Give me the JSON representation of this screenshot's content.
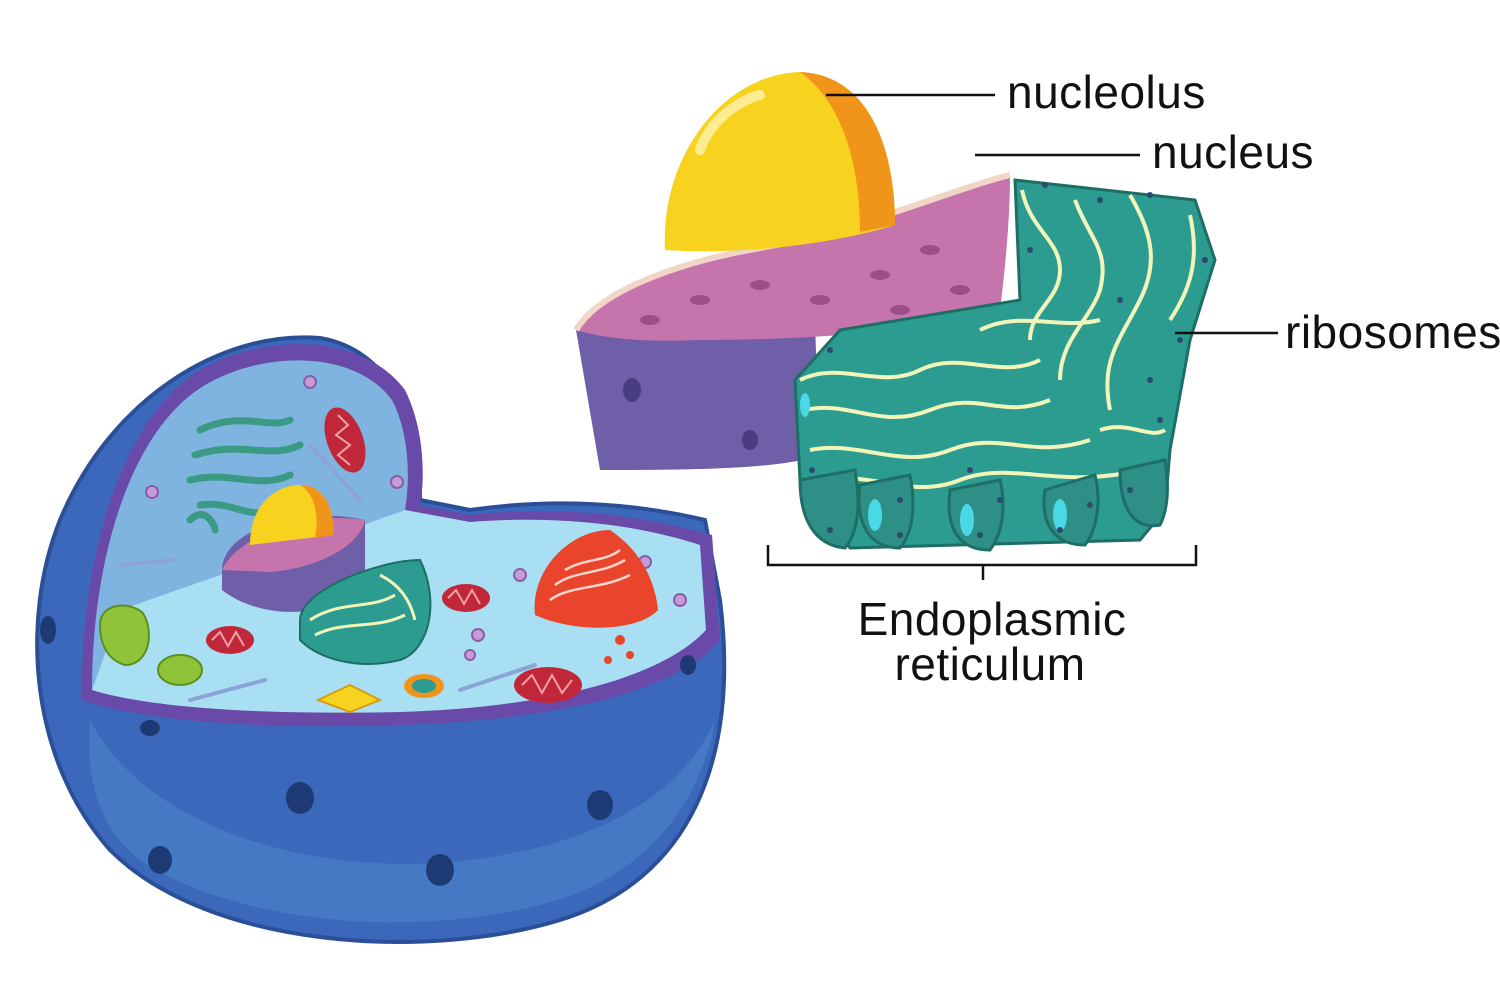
{
  "labels": {
    "nucleolus": "nucleolus",
    "nucleus": "nucleus",
    "ribosomes": "ribosomes",
    "er_line1": "Endoplasmic",
    "er_line2": "reticulum"
  },
  "colors": {
    "background": "#ffffff",
    "cell_body": "#3f6fc0",
    "cell_rim": "#6a4aa8",
    "cytoplasm": "#a9dff2",
    "cytoplasm_back": "#7fb4e0",
    "nucleolus_yellow": "#f7d21e",
    "nucleolus_orange": "#f0951a",
    "nucleus_pink": "#c575ac",
    "nucleus_side": "#6f5ea8",
    "er_teal": "#2b9c8f",
    "er_outline": "#f2f5b9",
    "mitochondria": "#c0283a",
    "golgi_red": "#e8452c",
    "vacuole_green": "#8fc43a",
    "ribosome_dot": "#2c4a6e",
    "label_text": "#111111"
  },
  "icons": {
    "cell": "animal-cell-cutaway-illustration",
    "nucleus_closeup": "nucleus-cutaway-illustration",
    "er_closeup": "endoplasmic-reticulum-illustration"
  }
}
